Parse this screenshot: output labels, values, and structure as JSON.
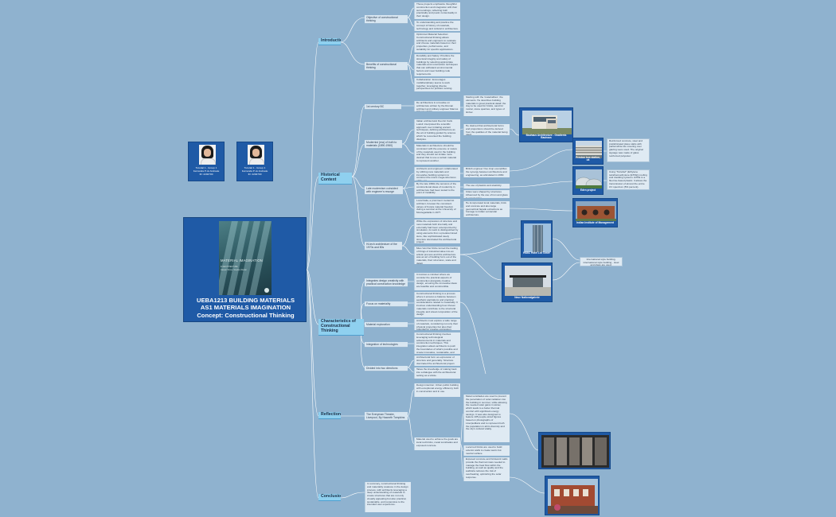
{
  "main": {
    "title_line1": "UEBA1213 BUILDING MATERIALS",
    "title_line2": "AS1 MATERIALS  IMAGINATION",
    "title_line3": "Concept: Constructional Thinking",
    "book_title": "MATERIAL IMAGINATION",
    "book_subtitle": "IN ARCHITECTURE",
    "book_author": "Gaspar Torres, Stephen Kieran",
    "cover_color": "#2f5a63"
  },
  "tutors": [
    {
      "line1": "Tutorial 1 - Group 1",
      "line2": "Fernanda P ok Andrade",
      "line3": "ID: 2202700"
    },
    {
      "line1": "Tutorial 1 - Group 1",
      "line2": "Fernanda P ok Andrade",
      "line3": "ID: 2202700"
    }
  ],
  "branches": {
    "introduction": "Introduction",
    "historical": "Historical Context",
    "characteristics_line1": "Characteristics of",
    "characteristics_line2": "Constructional Thinking",
    "reflection": "Reflection",
    "conclusion": "Conclusion"
  },
  "intro": {
    "sub1": "Objective of constructional thinking",
    "sub2": "Benefits of constructional thinking",
    "leaves": [
      "These projects emphasize thoughtful construction and integration with their surroundings, reflecting both practicality and poetic contextuality in their design.",
      "To understanding and practice the concept of history of materials, technology and cultural in architecture.",
      "Optimized Material Selection: Constructional thinking allows architects and engineers to evaluate and choose materials based on their properties, performance, and suitability for specific applications.",
      "Durability and Safety: Prioritize the structural integrity and safety of buildings by selecting appropriate materials and construction techniques that can withstand environmental factors and meet building code requirements.",
      "Collaboration: Encourages multidisciplinary teams to work together, leveraging diverse perspectives for problem solving."
    ]
  },
  "historical": {
    "sub1": "1st century BC",
    "sub2": "Modernist (era) of truth to materials (1890-1960)",
    "sub3": "Late modernism coincided with engineer's resurge",
    "sub4": "Hi-tech architecture of the 1970s and 80s",
    "leaves": [
      "De architectura is a treatise on architecture written by the Roman architect and military engineer Marcus Vitruvius Pollio.",
      "Starting with the 'materialities', the elements. He describes building materials in great practical detail: the clay to be used for bricks, sand for mortar, stone quarries, and types of timber.",
      "Italian architectural theorist Carlo Lodoli: interpreted the scientific approach over imitating ancient techniques, defining architecture as the art of building guided by science which he recounted the building disciples.",
      "He claimed that architectural forms and proportions should be derived from the qualities of the material being used.",
      "Materials in architecture should be consistent with the essence or nature of the materials used in the building and they should not imitate more desired that to use a certain material to represent another.",
      "Architects and engineers collaborated by utilizing new materials and innovative building systems to construct the iconic mega-structures of the era.",
      "By the late 1960s the tensions of the constructional ideas of modernity in architecture had been tested to the point of instability.",
      "Local Italia, a prominent modernist architect, foresaw the consistent values of Futura material freedom during a seminar at the University of Montegaldella in 1977.",
      "While the expression of structure and new materials both internally and externally had been extemporized by simulation, its work is distinguished by using elements from a predetermined store, like sophisticated steely structure dominated the architectural project.",
      "Mies Van Der Rohe turned the trading of things of industrial value into an artistic process and this architecture was an art of building form out of the materials, their structures, scale and detail."
    ],
    "right_leaves": [
      "British engineer Ove Arup exemplifies the synergy between architecture and engineering, as articulated in 1960.",
      "The use of plastics and elasticity.",
      "Cities were shaped by structures influenced by the use of iron and glass in construction.",
      "He incorporated local materials, brick and concrete and also large geometrical façade extractions as homage to Indian vernacular architecture."
    ]
  },
  "photos": {
    "bauhaus": "Bauhaus Architecture - Gradients Bauhaus",
    "bus_station": "Preston bus station, uk",
    "eden": "Eden project",
    "iim": "Indian Institute of Management",
    "hsbc": "HSBC Hotel Lot Tower",
    "neue": "Neue Nationalgalerie"
  },
  "photo_notes": {
    "bus_station": "Reinforced concrete, steel and prefabricated place slabs with partial white tile covering over glazing were used. The original signage was made of glass reinforced polyester.",
    "eden": "Using \"Tetrahef\" (Ethylene tetrafluoroethylene (ETFE)) roofing and cladding systems. ETFE is a fluorine-based plastic. It allows the transmission of almost the entire UV spectrum (5% percent).",
    "international": "International style building, international style building , steel and glass are used."
  },
  "characteristics": {
    "sub1": "Integrates design creativity with practical construction knowledge",
    "sub2": "Focus on materiality",
    "sub3": "Material exploration",
    "sub4": "Integration of technologies",
    "sub5": "Divided into two directions",
    "leaves": [
      "It involves a mindset where we consider the practical aspects of construction alongside creative design, ensuring the innovative ideas are feasible and constructible.",
      "Constructional thinking is a process where it ensures a balance between aesthetic aspirations and practical considerations related to materiality. It involves understanding how chosen materials contribute to the structural integrity and visual composition of the design.",
      "Architects must explore a wide range of materials, considering not only their physical properties but also their potential for creative expression.",
      "Constructional thinking involves leveraging technological advancements in materials and construction techniques. This integration allows architects to push the boundaries of what's possible and create innovative, sustainable, and efficient designs.",
      "Architectural form as expression of structure and generality. Structure dominated the architectural project.",
      "Takes the knowledge of making back into a dialogue with the architectural setting as a whole."
    ]
  },
  "reflection": {
    "sub1": "The Everyman Theatre, Liverpool, By Haworth Tompkins",
    "leaves": [
      "Design intention: Urban public building with exceptional energy efficiency both in construction and in use.",
      "Material used to achieve the goals are local red bricks, metal sunshades and exposed concrete."
    ],
    "right_leaves": [
      "Metal sunshades are used to prevent the penetration of solar radiation into the building in summer, while allowing the needed solar gains in winter, which leads to a better thermal comfort with significant energy savings. It was also designed to feature 105 people-sized figures based on photographs of Liverpudlians and to represent both the population in all its diversity and the city's cultural vitality.",
      "Local red bricks are used to build exterior walls to create warm but neutral surface.",
      "Exposed concrete and brickwork walls provide the thermal mass needed to manage the heat flow within the building, as well as quality and the auditoria reduces the risk of overheating, optimizing the solar response."
    ]
  },
  "conclusion": {
    "leaf": "In summary, constructional thinking and materiality coalesce in the design process, with architects leveraging a deep understanding of materials to create structures that are not only visually appealing but also practical, sustainable, and responsive to the intended user experience."
  },
  "colors": {
    "background": "#8fb2cf",
    "node_blue": "#1f5aa6",
    "branch_fill": "#8fd0ef",
    "line": "#ffffff"
  }
}
